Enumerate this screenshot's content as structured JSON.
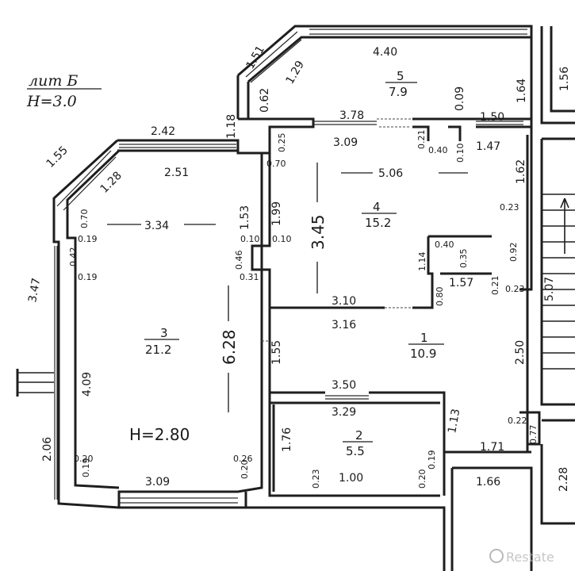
{
  "header": {
    "building": "лит Б",
    "height": "H=3.0"
  },
  "rooms": [
    {
      "number": "5",
      "area": "7.9"
    },
    {
      "number": "4",
      "area": "15.2"
    },
    {
      "number": "3",
      "area": "21.2",
      "height": "H=2.80"
    },
    {
      "number": "1",
      "area": "10.9"
    },
    {
      "number": "2",
      "area": "5.5"
    }
  ],
  "dims": {
    "d_4_40": "4.40",
    "d_1_51": "1.51",
    "d_1_29": "1.29",
    "d_0_62": "0.62",
    "d_1_18": "1.18",
    "d_3_78": "3.78",
    "d_3_09_top": "3.09",
    "d_0_09": "0.09",
    "d_1_50": "1.50",
    "d_1_47": "1.47",
    "d_0_40_top": "0.40",
    "d_0_21_top": "0.21",
    "d_0_10_top": "0.10",
    "d_1_64": "1.64",
    "d_1_56": "1.56",
    "d_2_42": "2.42",
    "d_2_51": "2.51",
    "d_1_55_left": "1.55",
    "d_1_28": "1.28",
    "d_0_25": "0.25",
    "d_0_70_room4": "0.70",
    "d_5_06": "5.06",
    "d_1_62": "1.62",
    "d_0_23_a": "0.23",
    "d_3_45": "3.45",
    "d_1_99": "1.99",
    "d_0_10_a": "0.10",
    "d_0_10_b": "0.10",
    "d_3_34": "3.34",
    "d_1_53": "1.53",
    "d_0_70_left": "0.70",
    "d_0_19_a": "0.19",
    "d_0_42": "0.42",
    "d_0_19_b": "0.19",
    "d_0_46": "0.46",
    "d_0_31": "0.31",
    "d_3_47": "3.47",
    "d_0_40_mid": "0.40",
    "d_0_35": "0.35",
    "d_0_92": "0.92",
    "d_1_14": "1.14",
    "d_1_57": "1.57",
    "d_0_80": "0.80",
    "d_0_21_mid": "0.21",
    "d_0_23_b": "0.23",
    "d_5_07": "5.07",
    "d_3_10": "3.10",
    "d_3_16": "3.16",
    "d_6_28": "6.28",
    "d_1_55_mid": "1.55",
    "d_2_50": "2.50",
    "d_4_09": "4.09",
    "d_3_50": "3.50",
    "d_3_29": "3.29",
    "d_1_13": "1.13",
    "d_0_22": "0.22",
    "d_0_77": "0.77",
    "d_2_06": "2.06",
    "d_1_76": "1.76",
    "d_1_71": "1.71",
    "d_0_20_a": "0.20",
    "d_0_19_c": "0.19",
    "d_0_26": "0.26",
    "d_0_20_b": "0.20",
    "d_0_19_d": "0.19",
    "d_0_20_c": "0.20",
    "d_0_23_c": "0.23",
    "d_1_00": "1.00",
    "d_3_09_bottom": "3.09",
    "d_1_66": "1.66",
    "d_2_28": "2.28"
  },
  "watermark": {
    "brand": "Restate"
  }
}
